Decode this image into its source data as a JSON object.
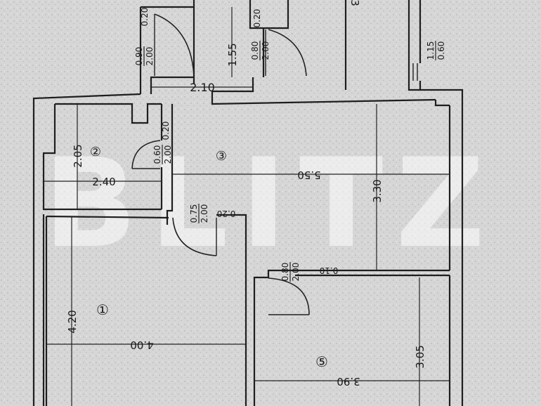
{
  "watermark": "BLITZ",
  "rooms": [
    {
      "number": "①"
    },
    {
      "number": "②"
    },
    {
      "number": "③"
    },
    {
      "number": "⑤"
    }
  ],
  "dimensions": {
    "top_corridor": "2.10",
    "top_door_gap": "1.55",
    "top_right": "3",
    "room2_width": "2.40",
    "room2_height": "2.05",
    "room3_width": "5.50",
    "room3_height": "3.30",
    "room1_width": "4.00",
    "room1_height": "4.20",
    "room5_width": "3.90",
    "room5_height": "3.05"
  },
  "wall_marks": {
    "top_left": "0.20",
    "top_mid": "0.20",
    "room2_right": "0.20",
    "room1_top": "0.20",
    "room5_top": "0.10"
  },
  "doors": {
    "d1": {
      "w": "0.90",
      "h": "2.00"
    },
    "d2": {
      "w": "0.80",
      "h": "2.00"
    },
    "window": {
      "w": "1.15",
      "h": "0.60"
    },
    "d3": {
      "w": "0.60",
      "h": "2.00"
    },
    "d4": {
      "w": "0.75",
      "h": "2.00"
    },
    "d5": {
      "w": "0.80",
      "h": "2.00"
    }
  }
}
